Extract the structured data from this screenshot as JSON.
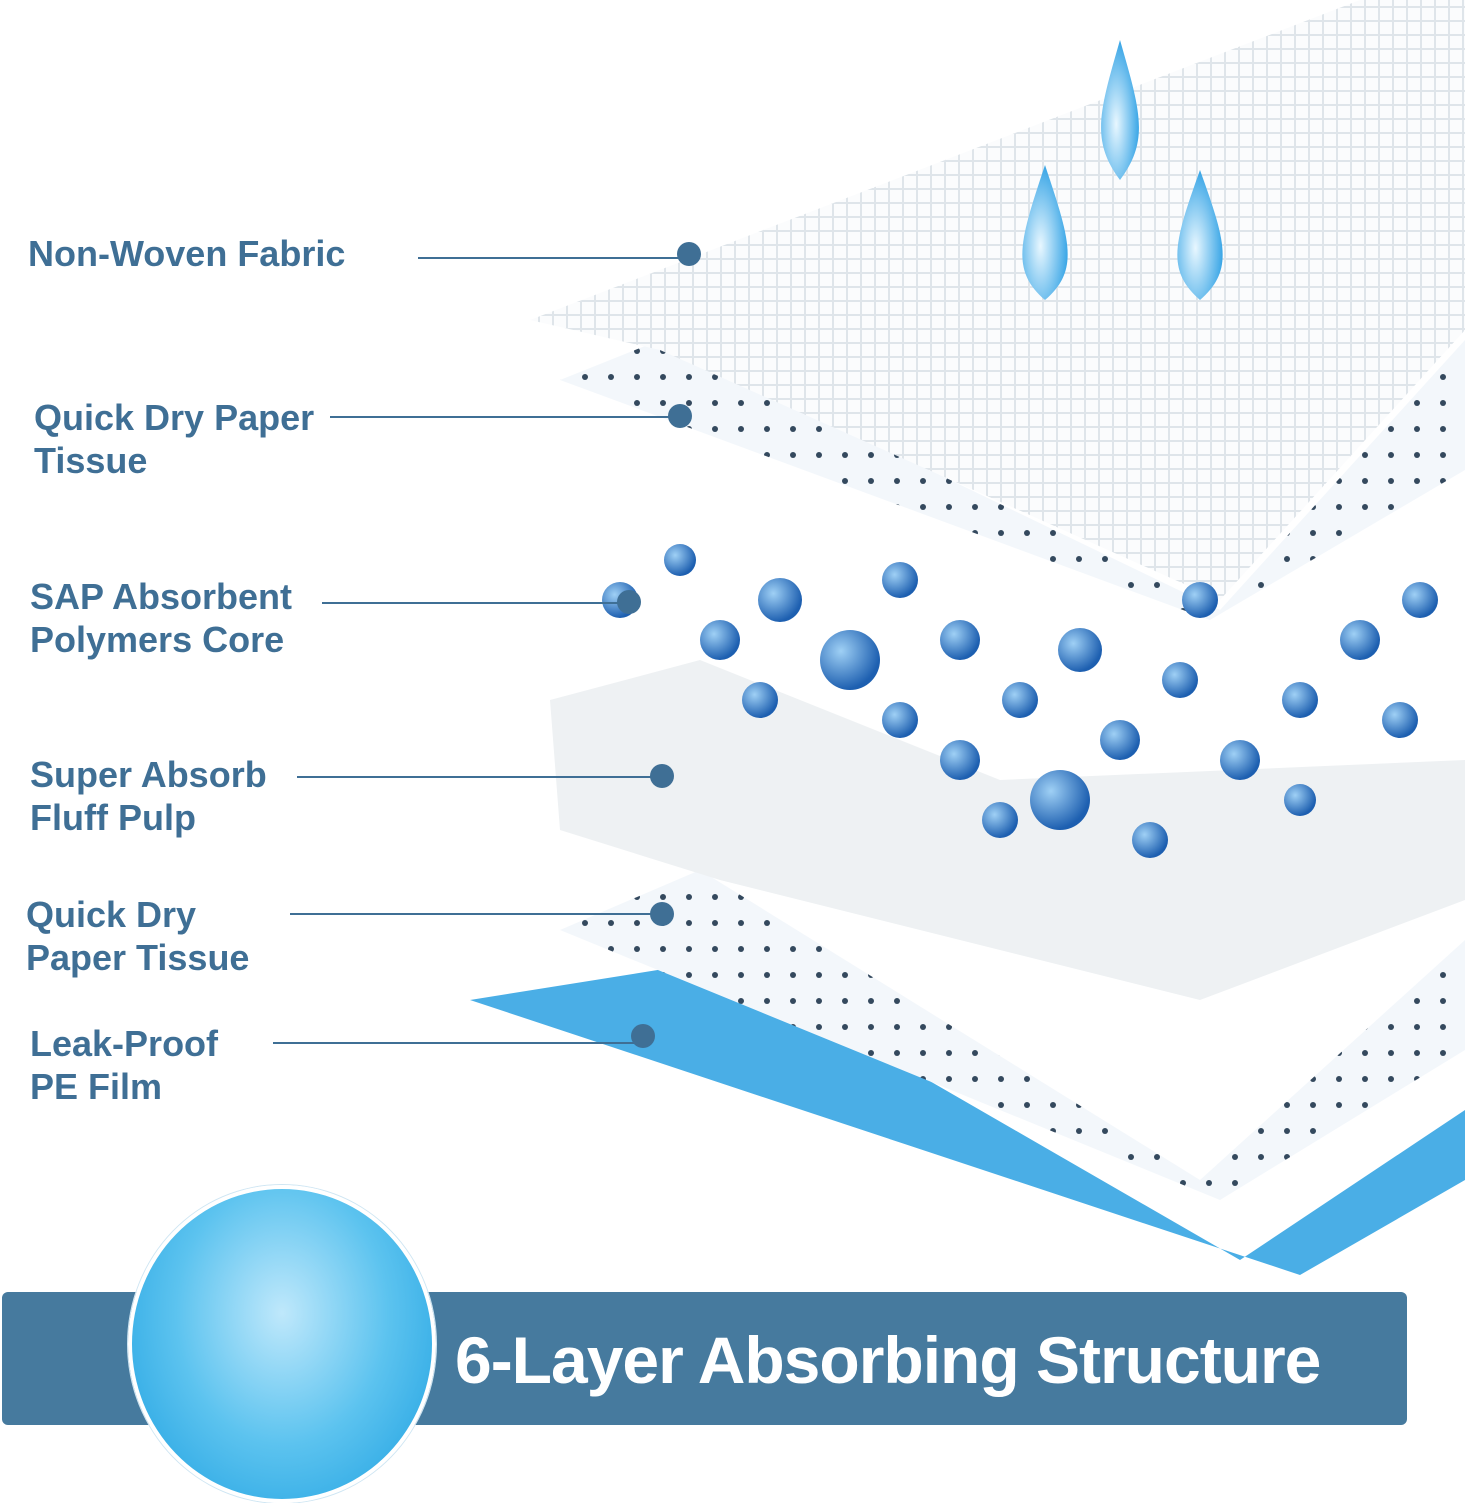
{
  "layers": [
    {
      "name": "Non-Woven Fabric"
    },
    {
      "name": "Quick Dry Paper Tissue"
    },
    {
      "name": "SAP Absorbent Polymers Core"
    },
    {
      "name": "Super Absorb Fluff Pulp"
    },
    {
      "name": "Quick Dry Paper Tissue"
    },
    {
      "name": "Leak-Proof PE Film"
    }
  ],
  "labels": {
    "l1": "Non-Woven Fabric",
    "l2a": "Quick Dry Paper",
    "l2b": "Tissue",
    "l3a": "SAP Absorbent",
    "l3b": "Polymers Core",
    "l4a": "Super Absorb",
    "l4b": "Fluff Pulp",
    "l5a": "Quick Dry",
    "l5b": "Paper Tissue",
    "l6a": "Leak-Proof",
    "l6b": "PE Film"
  },
  "banner": {
    "title": "6-Layer Absorbing Structure"
  },
  "colors": {
    "label": "#3f6f95",
    "banner": "#467a9e",
    "film": "#4aaee6",
    "beads": "#2f7fd0"
  }
}
